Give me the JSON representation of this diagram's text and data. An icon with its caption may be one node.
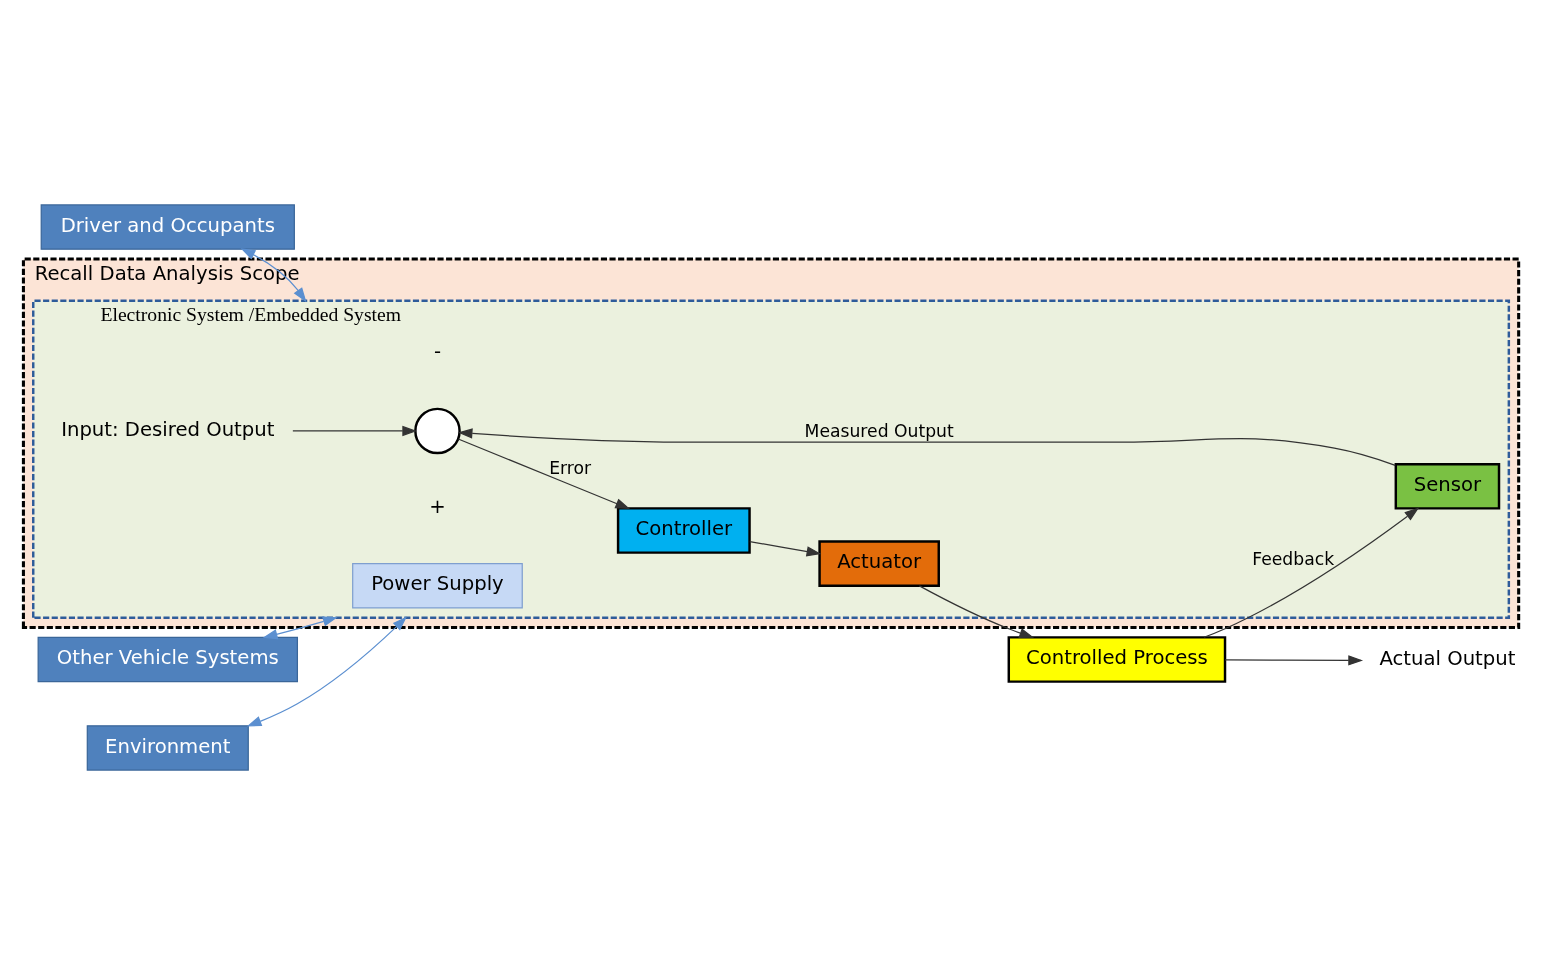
{
  "diagram": {
    "nodes": [
      {
        "text": [
          "Driver and Occupants"
        ]
      },
      {
        "text": [
          "Other Vehicle Systems"
        ]
      },
      {
        "text": [
          "Environment"
        ]
      },
      {
        "text": [
          "Recall Data Analysis Scope"
        ]
      },
      {
        "text": [
          "Electronic System /Embedded System"
        ],
        "in": 3
      },
      {
        "text": [
          "Power Supply"
        ],
        "in": 4
      },
      {
        "text": [
          "Input: Desired Output"
        ],
        "in": 4
      },
      {
        "text": [],
        "shape": "circle",
        "in": 4,
        "beside": [
          "+",
          "-"
        ]
      },
      {
        "text": [
          "Controller"
        ],
        "in": 4
      },
      {
        "text": [
          "Actuator"
        ],
        "in": 4
      },
      {
        "text": [
          "Controlled Process"
        ]
      },
      {
        "text": [
          "Sensor"
        ],
        "in": 4
      },
      {
        "text": [
          "Actual Output"
        ]
      }
    ],
    "edges": [
      {
        "from": 0,
        "to": 4,
        "arrow": "both",
        "color": "#5b8fd0"
      },
      {
        "from": 1,
        "to": 4,
        "arrow": "both",
        "color": "#5b8fd0"
      },
      {
        "from": 2,
        "to": 4,
        "arrow": "both",
        "color": "#5b8fd0"
      },
      {
        "from": 6,
        "to": 7,
        "arrow": "to"
      },
      {
        "from": 7,
        "to": 8,
        "label": "Error",
        "arrow": "to"
      },
      {
        "from": 8,
        "to": 9,
        "arrow": "to"
      },
      {
        "from": 9,
        "to": 10,
        "arrow": "to"
      },
      {
        "from": 10,
        "to": 12,
        "arrow": "to"
      },
      {
        "from": 10,
        "to": 11,
        "label": "Feedback",
        "arrow": "to"
      },
      {
        "from": 11,
        "to": 7,
        "label": "Measured Output",
        "arrow": "to"
      }
    ]
  }
}
